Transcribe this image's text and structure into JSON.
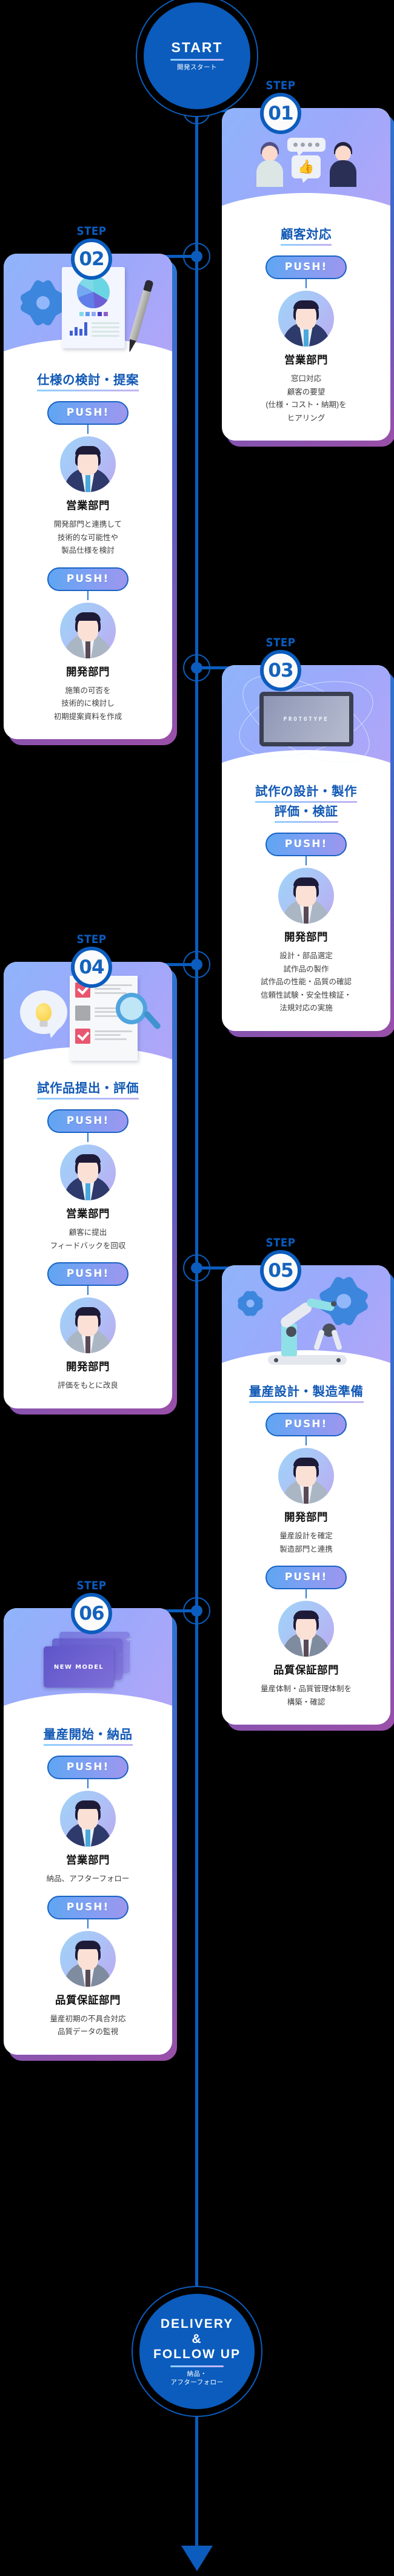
{
  "flow": {
    "start": {
      "title": "START",
      "subtitle": "開発スタート"
    },
    "end": {
      "title_line1": "DELIVERY",
      "title_line2": "&",
      "title_line3": "FOLLOW UP",
      "subtitle_line1": "納品・",
      "subtitle_line2": "アフターフォロー"
    },
    "step_word": "STEP",
    "push_label": "PUSH!"
  },
  "colors": {
    "primary_blue": "#0b5cbd",
    "title_blue": "#1158b5",
    "card_panel_from": "#8fb4fb",
    "card_panel_to": "#b3a6f7"
  },
  "steps": [
    {
      "number": "01",
      "side": "right",
      "title": [
        "顧客対応"
      ],
      "illustration": "meeting-conversation",
      "roles": [
        {
          "name": "営業部門",
          "avatar": "sales-person",
          "desc": "窓口対応\n顧客の要望\n(仕様・コスト・納期)を\nヒアリング"
        }
      ]
    },
    {
      "number": "02",
      "side": "left",
      "title": [
        "仕様の検討・提案"
      ],
      "illustration": "gear-report-pen",
      "roles": [
        {
          "name": "営業部門",
          "avatar": "sales-person",
          "desc": "開発部門と連携して\n技術的な可能性や\n製品仕様を検討"
        },
        {
          "name": "開発部門",
          "avatar": "dev-person",
          "desc": "施策の可否を\n技術的に検討し\n初期提案資料を作成"
        }
      ]
    },
    {
      "number": "03",
      "side": "right",
      "title": [
        "試作の設計・製作",
        "評価・検証"
      ],
      "illustration": "prototype-screen",
      "screen_label": "PROTOTYPE",
      "roles": [
        {
          "name": "開発部門",
          "avatar": "dev-person",
          "desc": "設計・部品選定\n試作品の製作\n試作品の性能・品質の確認\n信頼性試験・安全性検証・\n法規対応の実施"
        }
      ]
    },
    {
      "number": "04",
      "side": "left",
      "title": [
        "試作品提出・評価"
      ],
      "illustration": "checklist-magnifier-bulb",
      "roles": [
        {
          "name": "営業部門",
          "avatar": "sales-person",
          "desc": "顧客に提出\nフィードバックを回収"
        },
        {
          "name": "開発部門",
          "avatar": "dev-person",
          "desc": "評価をもとに改良"
        }
      ]
    },
    {
      "number": "05",
      "side": "right",
      "title": [
        "量産設計・製造準備"
      ],
      "illustration": "robot-arm-gears",
      "roles": [
        {
          "name": "開発部門",
          "avatar": "dev-person",
          "desc": "量産設計を確定\n製造部門と連携"
        },
        {
          "name": "品質保証部門",
          "avatar": "qa-person",
          "desc": "量産体制・品質管理体制を\n構築・確認"
        }
      ]
    },
    {
      "number": "06",
      "side": "left",
      "title": [
        "量産開始・納品"
      ],
      "illustration": "new-model-cards",
      "card_label": "NEW MODEL",
      "roles": [
        {
          "name": "営業部門",
          "avatar": "sales-person",
          "desc": "納品、アフターフォロー"
        },
        {
          "name": "品質保証部門",
          "avatar": "qa-person",
          "desc": "量産初期の不具合対応\n品質データの監視"
        }
      ]
    }
  ]
}
